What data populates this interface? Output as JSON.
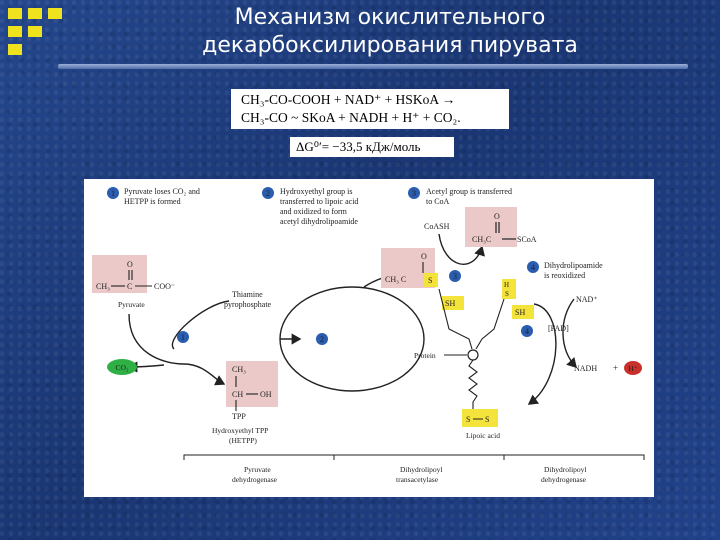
{
  "title_line1": "Механизм окислительного",
  "title_line2": "декарбоксилирования пирувата",
  "equation": {
    "line1": "CH₃-CO-COOH + NAD⁺ + HSKoA →",
    "line2": "CH₃-CO ~ SKoA + NADH + H⁺ + CO₂.",
    "delta_g": "ΔG⁰′= −33,5 кДж/моль"
  },
  "figure": {
    "step1": {
      "num": "1",
      "line1": "Pyruvate loses CO₂ and",
      "line2": "HETPP is formed"
    },
    "step2": {
      "num": "2",
      "line1": "Hydroxyethyl group is",
      "line2": "transferred to lipoic acid",
      "line3": "and oxidized to form",
      "line4": "acetyl dihydrolipoamide"
    },
    "step3": {
      "num": "3",
      "line1": "Acetyl group is transferred",
      "line2": "to CoA"
    },
    "step4": {
      "num": "4",
      "line1": "Dihydrolipoamide",
      "line2": "is reoxidized"
    },
    "coash": "CoASH",
    "acetylcoa": {
      "o": "O",
      "ch3c": "CH₃C",
      "scoa": "SCoA"
    },
    "pyruvate": {
      "o": "O",
      "ch3": "CH₃",
      "c": "C",
      "coo": "COO⁻",
      "label": "Pyruvate"
    },
    "tpp_name": {
      "line1": "Thiamine",
      "line2": "pyrophosphate"
    },
    "acetyl_lip": {
      "o": "O",
      "ch3c": "CH₃ C",
      "s": "S",
      "sh": "SH"
    },
    "reduced": {
      "h": "H",
      "s": "S",
      "sh": "SH"
    },
    "nad": "NAD⁺",
    "fad": "[FAD]",
    "nadh": "NADH",
    "plus": "+",
    "hplus": "H⁺",
    "co2": "CO₂",
    "hetpp": {
      "ch3": "CH₃",
      "ch": "CH",
      "oh": "OH",
      "tpp": "TPP",
      "label1": "Hydroxyethyl TPP",
      "label2": "(HETPP)"
    },
    "protein": "Protein",
    "lipoic": {
      "s1": "S",
      "s2": "S",
      "label": "Lipoic acid"
    },
    "enzymes": [
      {
        "line1": "Pyruvate",
        "line2": "dehydrogenase"
      },
      {
        "line1": "Dihydrolipoyl",
        "line2": "transacetylase"
      },
      {
        "line1": "Dihydrolipoyl",
        "line2": "dehydrogenase"
      }
    ],
    "colors": {
      "pink": "#ecc9c9",
      "yellow": "#f4e33a",
      "green": "#2fb045",
      "blue": "#2a5db0",
      "red": "#c9302c"
    }
  }
}
